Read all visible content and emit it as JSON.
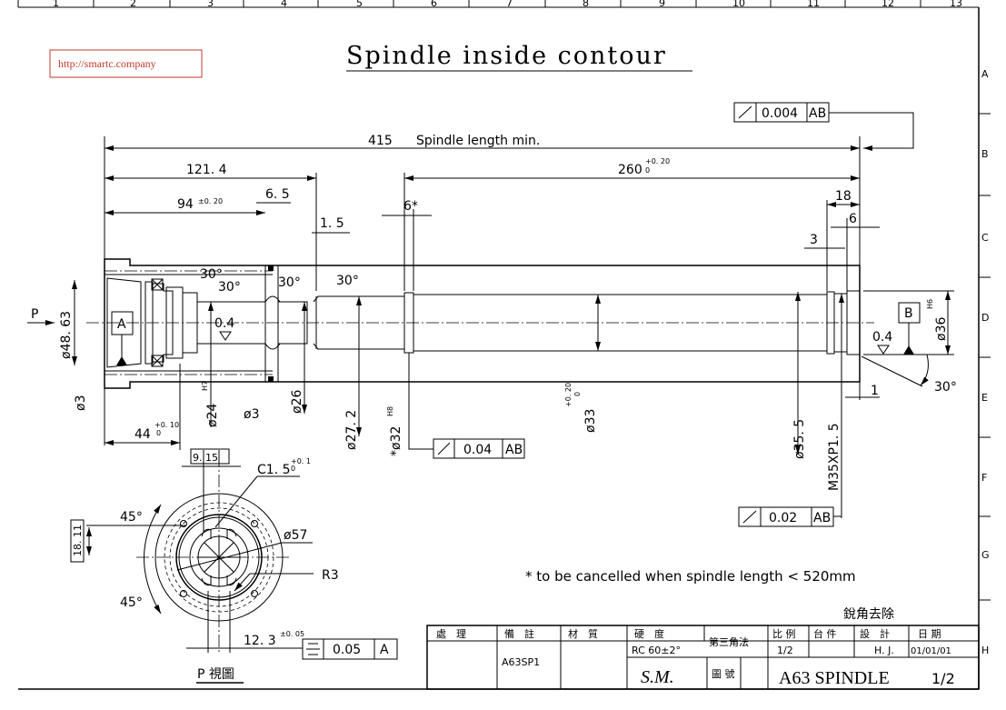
{
  "title": "Spindle inside contour",
  "watermark": "http://smartc.company",
  "grid": {
    "columns": [
      "1",
      "2",
      "3",
      "4",
      "5",
      "6",
      "7",
      "8",
      "9",
      "10",
      "11",
      "12",
      "13"
    ],
    "rows": [
      "A",
      "B",
      "C",
      "D",
      "E",
      "F",
      "G",
      "H"
    ]
  },
  "dims": {
    "overall": "415",
    "overall_note": "Spindle length min.",
    "d121": "121. 4",
    "d94": "94",
    "d94_tol": "±0. 20",
    "d6_5": "6. 5",
    "d1_5": "1. 5",
    "d6star": "6*",
    "d260": "260",
    "d260_tol_up": "+0. 20",
    "d260_tol_lo": "0",
    "d18": "18",
    "d6": "6",
    "d3": "3",
    "d1": "1",
    "d44": "44",
    "d44_tol_up": "+0. 10",
    "d44_tol_lo": "0",
    "dia48": "ø48. 63",
    "dia3a": "ø3",
    "dia24": "ø24",
    "dia24_fit": "H7",
    "dia3b": "ø3",
    "dia26": "ø26",
    "dia27": "ø27. 2",
    "dia32": "*ø32",
    "dia32_fit": "H8",
    "dia33": "ø33",
    "dia33_tol_up": "+0. 20",
    "dia33_tol_lo": "0",
    "dia35": "ø35. 5",
    "thread": "M35XP1. 5",
    "dia36": "ø36",
    "dia36_fit": "H6",
    "angle": "30°",
    "rough": "0.4",
    "p_arrow": "P"
  },
  "datums": {
    "a": "A",
    "b": "B"
  },
  "tolerance_frames": [
    {
      "symbol": "runout",
      "value": "0.004",
      "datum": "AB"
    },
    {
      "symbol": "runout",
      "value": "0.04",
      "datum": "AB"
    },
    {
      "symbol": "runout",
      "value": "0.02",
      "datum": "AB"
    },
    {
      "symbol": "symmetry",
      "value": "0.05",
      "datum": "A"
    }
  ],
  "end_view": {
    "d9_15": "9. 15",
    "c1_5": "C1. 5",
    "c1_5_tol_up": "+0. 1",
    "c1_5_tol_lo": "0",
    "angle45": "45°",
    "d18_11": "18. 11",
    "dia57": "ø57",
    "r3": "R3",
    "d12_3": "12. 3",
    "d12_3_tol": "±0. 05",
    "label": "P 視圖"
  },
  "note": "* to be cancelled when spindle length < 520mm",
  "deburr_note": "銳角去除",
  "title_block": {
    "headers": [
      "處　理",
      "備　註",
      "材　質",
      "硬　度",
      "第三角法",
      "比 例",
      "台 件",
      "設　計",
      "日 期"
    ],
    "remark": "A63SP1",
    "hardness": "RC 60±2°",
    "scale": "1/2",
    "designer": "H. J.",
    "date": "01/01/01",
    "company": "S.M.",
    "drawing_no_label": "圖 號",
    "drawing_no": "A63  SPINDLE",
    "sheet": "1/2"
  }
}
